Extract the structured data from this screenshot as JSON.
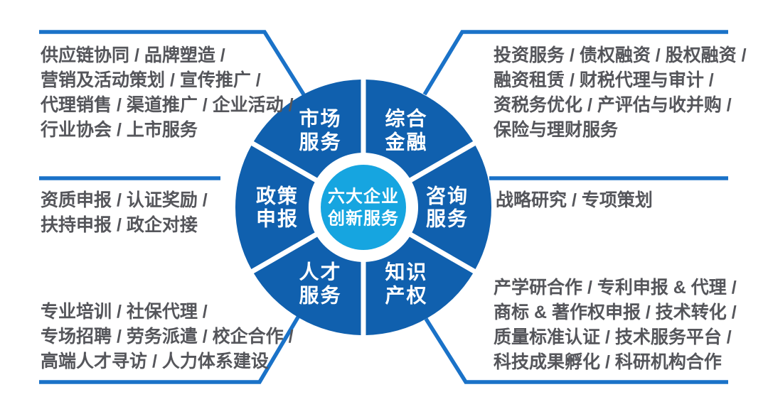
{
  "diagram_title": "六大企业创新服务",
  "colors": {
    "segment_blue": "#1060ae",
    "center_cyan": "#16a5e0",
    "connector_blue": "#1a72c8",
    "side_text_gray": "#55565b",
    "label_white": "#ffffff",
    "background": "#ffffff"
  },
  "center": {
    "line1": "六大企业",
    "line2": "创新服务"
  },
  "segments": [
    {
      "id": "market-services",
      "line1": "市场",
      "line2": "服务"
    },
    {
      "id": "integrated-finance",
      "line1": "综合",
      "line2": "金融"
    },
    {
      "id": "consulting-services",
      "line1": "咨询",
      "line2": "服务"
    },
    {
      "id": "intellectual-property",
      "line1": "知识",
      "line2": "产权"
    },
    {
      "id": "talent-services",
      "line1": "人才",
      "line2": "服务"
    },
    {
      "id": "policy-declaration",
      "line1": "政策",
      "line2": "申报"
    }
  ],
  "blocks": {
    "top_left": {
      "lines": [
        "供应链协同 / 品牌塑造 /",
        "营销及活动策划 / 宣传推广 /",
        "代理销售 / 渠道推广 / 企业活动 /",
        "行业协会 / 上市服务"
      ]
    },
    "top_right": {
      "lines": [
        "投资服务 / 债权融资 / 股权融资 /",
        "融资租赁 / 财税代理与审计 /",
        "资税务优化 / 产评估与收并购 /",
        "保险与理财服务"
      ]
    },
    "mid_left": {
      "lines": [
        "资质申报 / 认证奖励 /",
        "扶持申报 / 政企对接"
      ]
    },
    "mid_right": {
      "lines": [
        "战略研究 / 专项策划"
      ]
    },
    "bottom_left": {
      "lines": [
        "专业培训 / 社保代理 /",
        "专场招聘 / 劳务派遣 / 校企合作 /",
        "高端人才寻访 / 人力体系建设"
      ]
    },
    "bottom_right": {
      "lines": [
        "产学研合作 / 专利申报 & 代理 /",
        "商标 & 著作权申报 / 技术转化 /",
        "质量标准认证 / 技术服务平台 /",
        "科技成果孵化 / 科研机构合作"
      ]
    }
  }
}
